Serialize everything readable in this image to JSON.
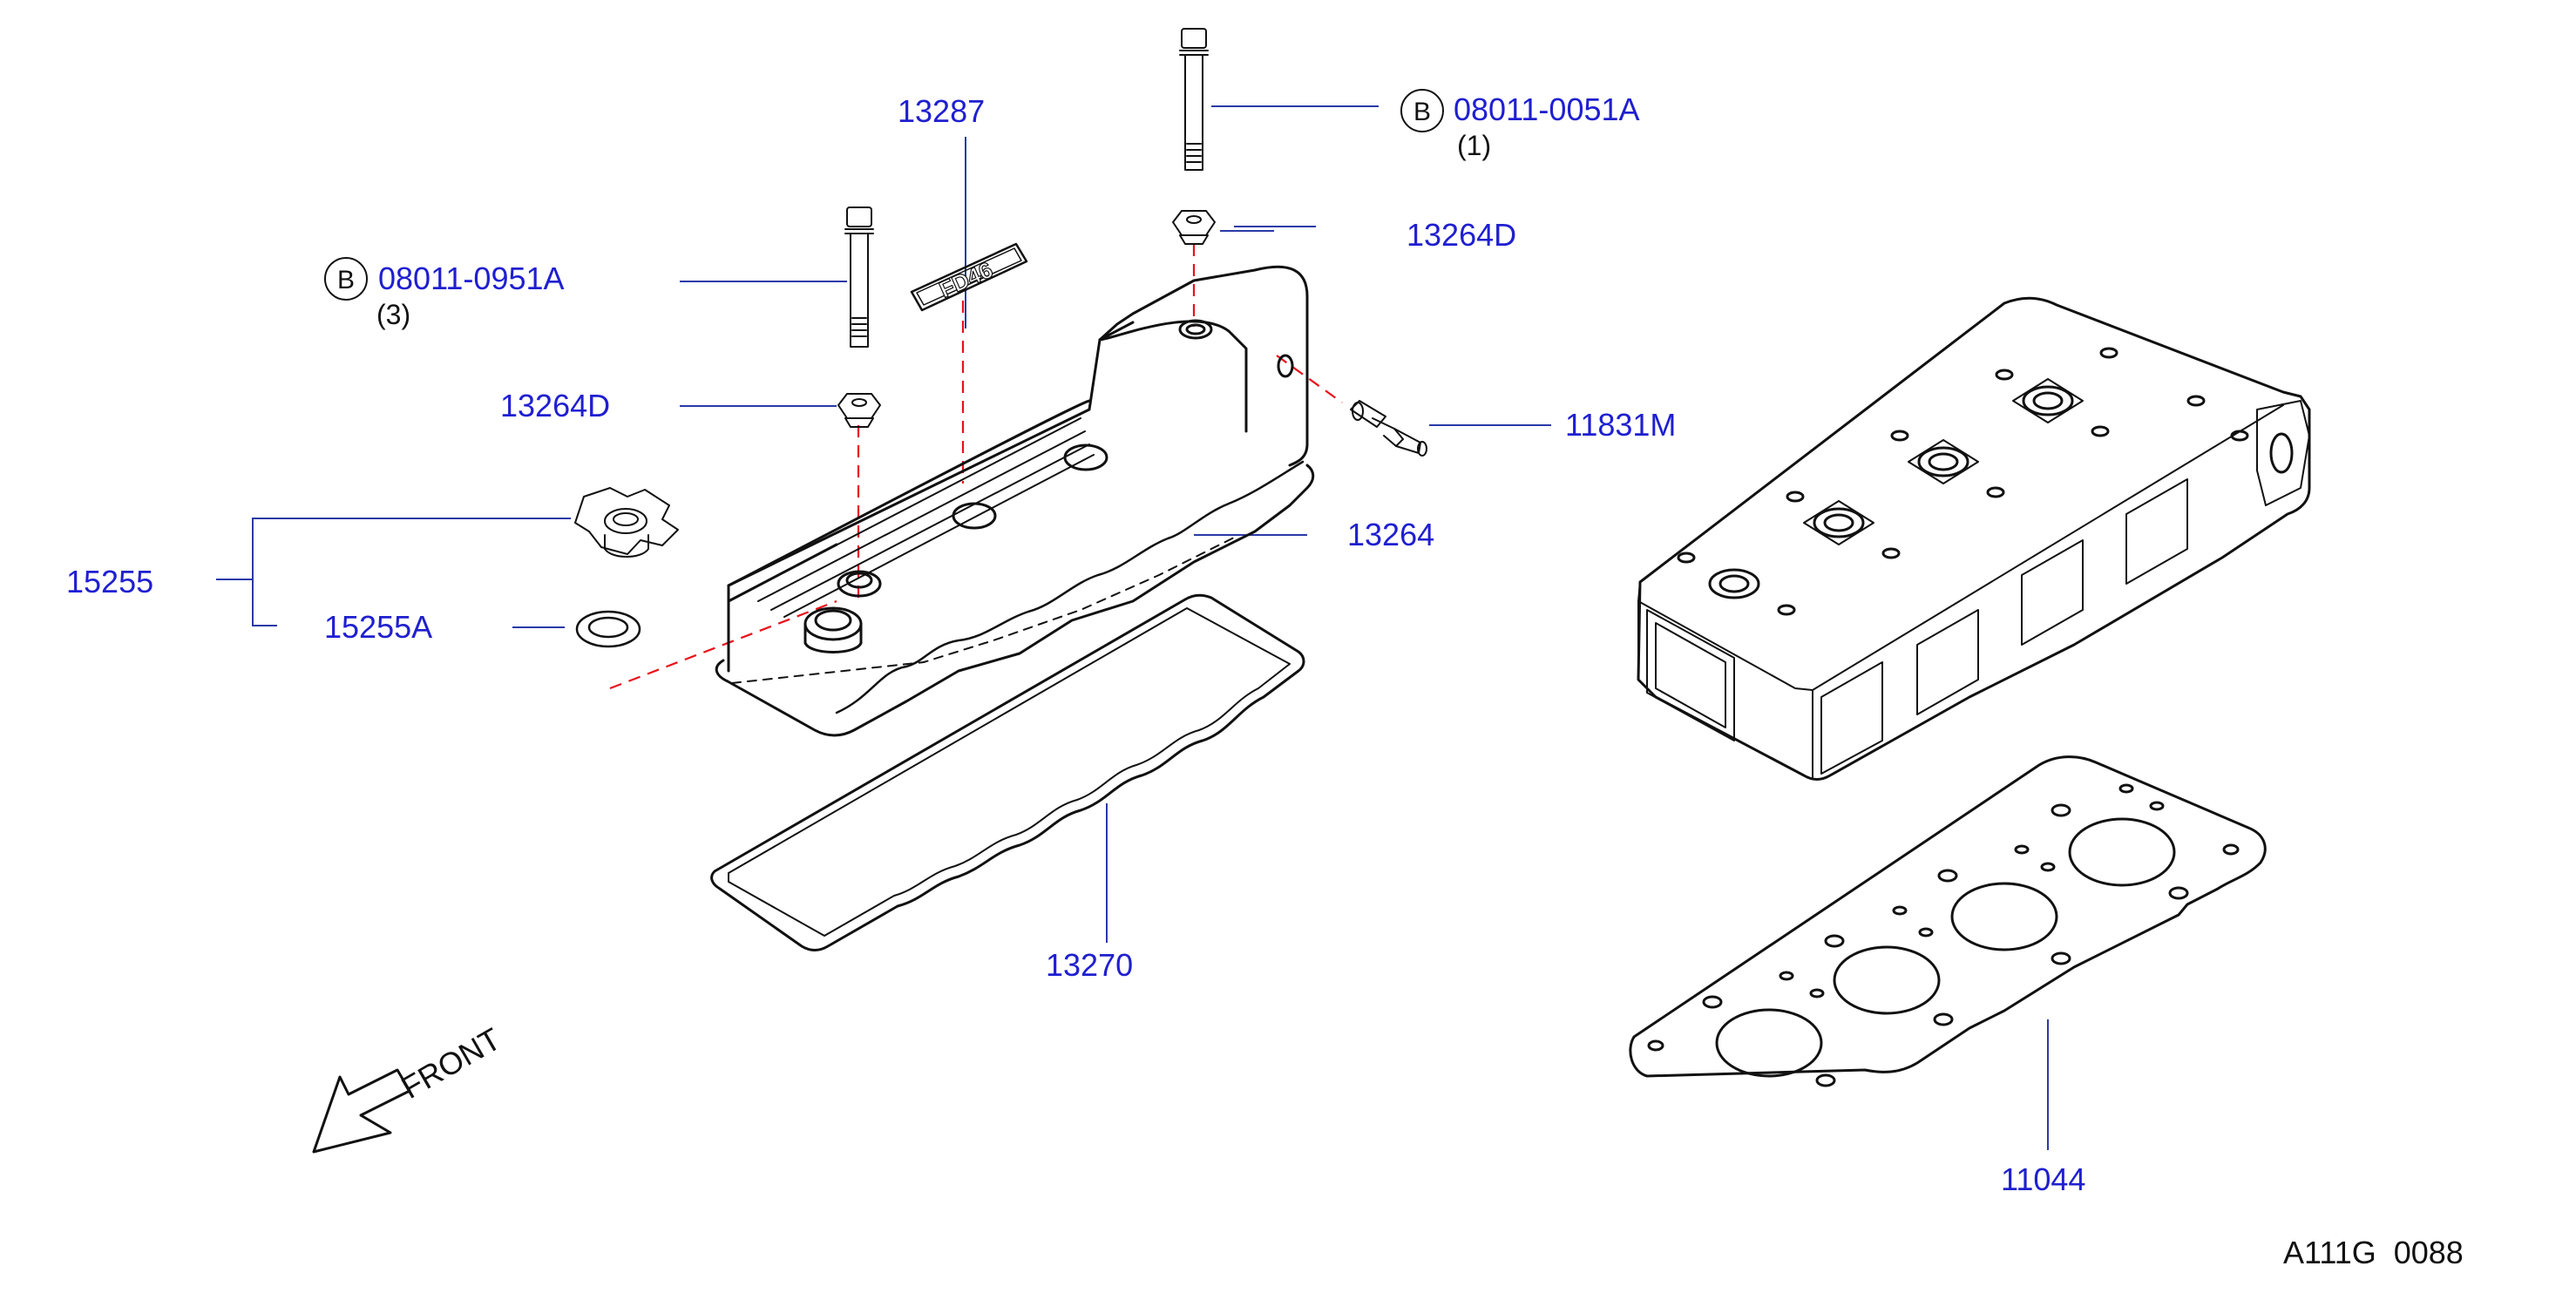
{
  "colors": {
    "part_number": "#1f1fd0",
    "text": "#111111",
    "leader_line": "#2a3aa8",
    "alignment_dash": "#e8111a",
    "background": "#ffffff"
  },
  "callouts": {
    "bolt_top": {
      "letter": "B",
      "number": "08011-0051A",
      "qty": "(1)"
    },
    "bolt_left": {
      "letter": "B",
      "number": "08011-0951A",
      "qty": "(3)"
    },
    "ornament": "13287",
    "washer_top": "13264D",
    "washer_left": "13264D",
    "pcv_valve": "11831M",
    "rocker_cover": "13264",
    "filler_cap": "15255",
    "filler_cap_seal": "15255A",
    "cover_gasket": "13270",
    "head_gasket": "11044"
  },
  "rocker_cover_text": "FD46",
  "front_label": "FRONT",
  "diagram_ref": "A111G  0088",
  "icons": {
    "front_arrow": "front-direction-arrow-icon",
    "circled_b": "circled-b-icon"
  }
}
